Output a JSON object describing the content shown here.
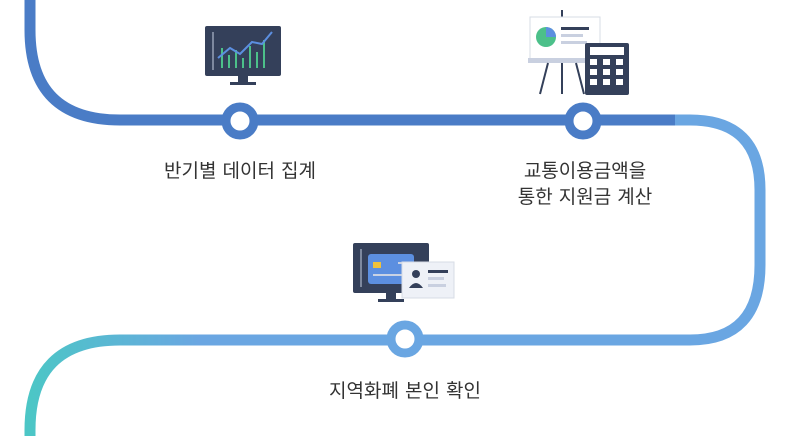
{
  "steps": [
    {
      "label_lines": [
        "반기별 데이터 집계"
      ],
      "icon": "monitor-chart-icon"
    },
    {
      "label_lines": [
        "교통이용금액을",
        "통한 지원금 계산"
      ],
      "icon": "presentation-calculator-icon"
    },
    {
      "label_lines": [
        "지역화폐 본인 확인"
      ],
      "icon": "monitor-id-card-icon"
    }
  ],
  "colors": {
    "path_dark": "#4a7cc6",
    "path_light": "#6aa6e2",
    "path_teal": "#4cc6c6",
    "node_fill": "#ffffff",
    "icon_navy": "#34405a",
    "chart_green": "#4cc08a",
    "chart_blue": "#5c8fe0",
    "card_yellow": "#f0c23c",
    "text": "#333333"
  }
}
